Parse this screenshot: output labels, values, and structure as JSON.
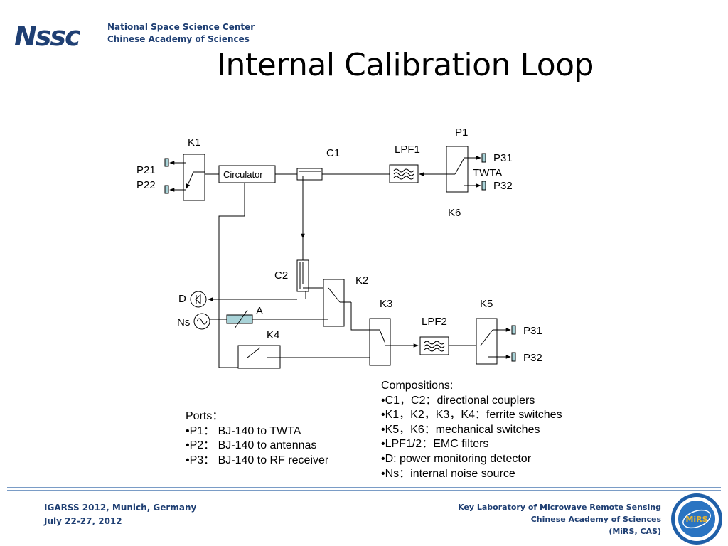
{
  "header": {
    "logo_text": "Nssc",
    "org_line1": "National Space Science Center",
    "org_line2": "Chinese Academy of Sciences",
    "title": "Internal Calibration Loop"
  },
  "diagram": {
    "labels": {
      "k1": "K1",
      "p21": "P21",
      "p22": "P22",
      "circulator": "Circulator",
      "c1": "C1",
      "lpf1": "LPF1",
      "p1": "P1",
      "p31_top": "P31",
      "twta": "TWTA",
      "p32_top": "P32",
      "k6": "K6",
      "c2": "C2",
      "k2": "K2",
      "d": "D",
      "a": "A",
      "ns": "Ns",
      "k4": "K4",
      "k3": "K3",
      "lpf2": "LPF2",
      "k5": "K5",
      "p31_bot": "P31",
      "p32_bot": "P32"
    }
  },
  "ports": {
    "heading": "Ports：",
    "items": [
      "•P1：  BJ-140 to TWTA",
      "•P2：  BJ-140 to antennas",
      "•P3：  BJ-140 to RF receiver"
    ]
  },
  "compositions": {
    "heading": "Compositions:",
    "items": [
      "•C1，C2：directional couplers",
      "•K1，K2，K3，K4：ferrite switches",
      "•K5，K6：mechanical switches",
      "•LPF1/2：EMC filters",
      "•D: power monitoring detector",
      "•Ns：internal noise source"
    ]
  },
  "footer": {
    "left_line1": "IGARSS 2012, Munich, Germany",
    "left_line2": "July 22-27, 2012",
    "right_line1": "Key Laboratory of Microwave Remote Sensing",
    "right_line2": "Chinese Academy of Sciences",
    "right_line3": "(MiRS, CAS)",
    "seal_text": "MiRS"
  },
  "colors": {
    "brand": "#1f3f73",
    "rule": "#7a9cc6",
    "port_fill": "#a9d3d8",
    "attenuator_fill": "#a9d3d8"
  }
}
